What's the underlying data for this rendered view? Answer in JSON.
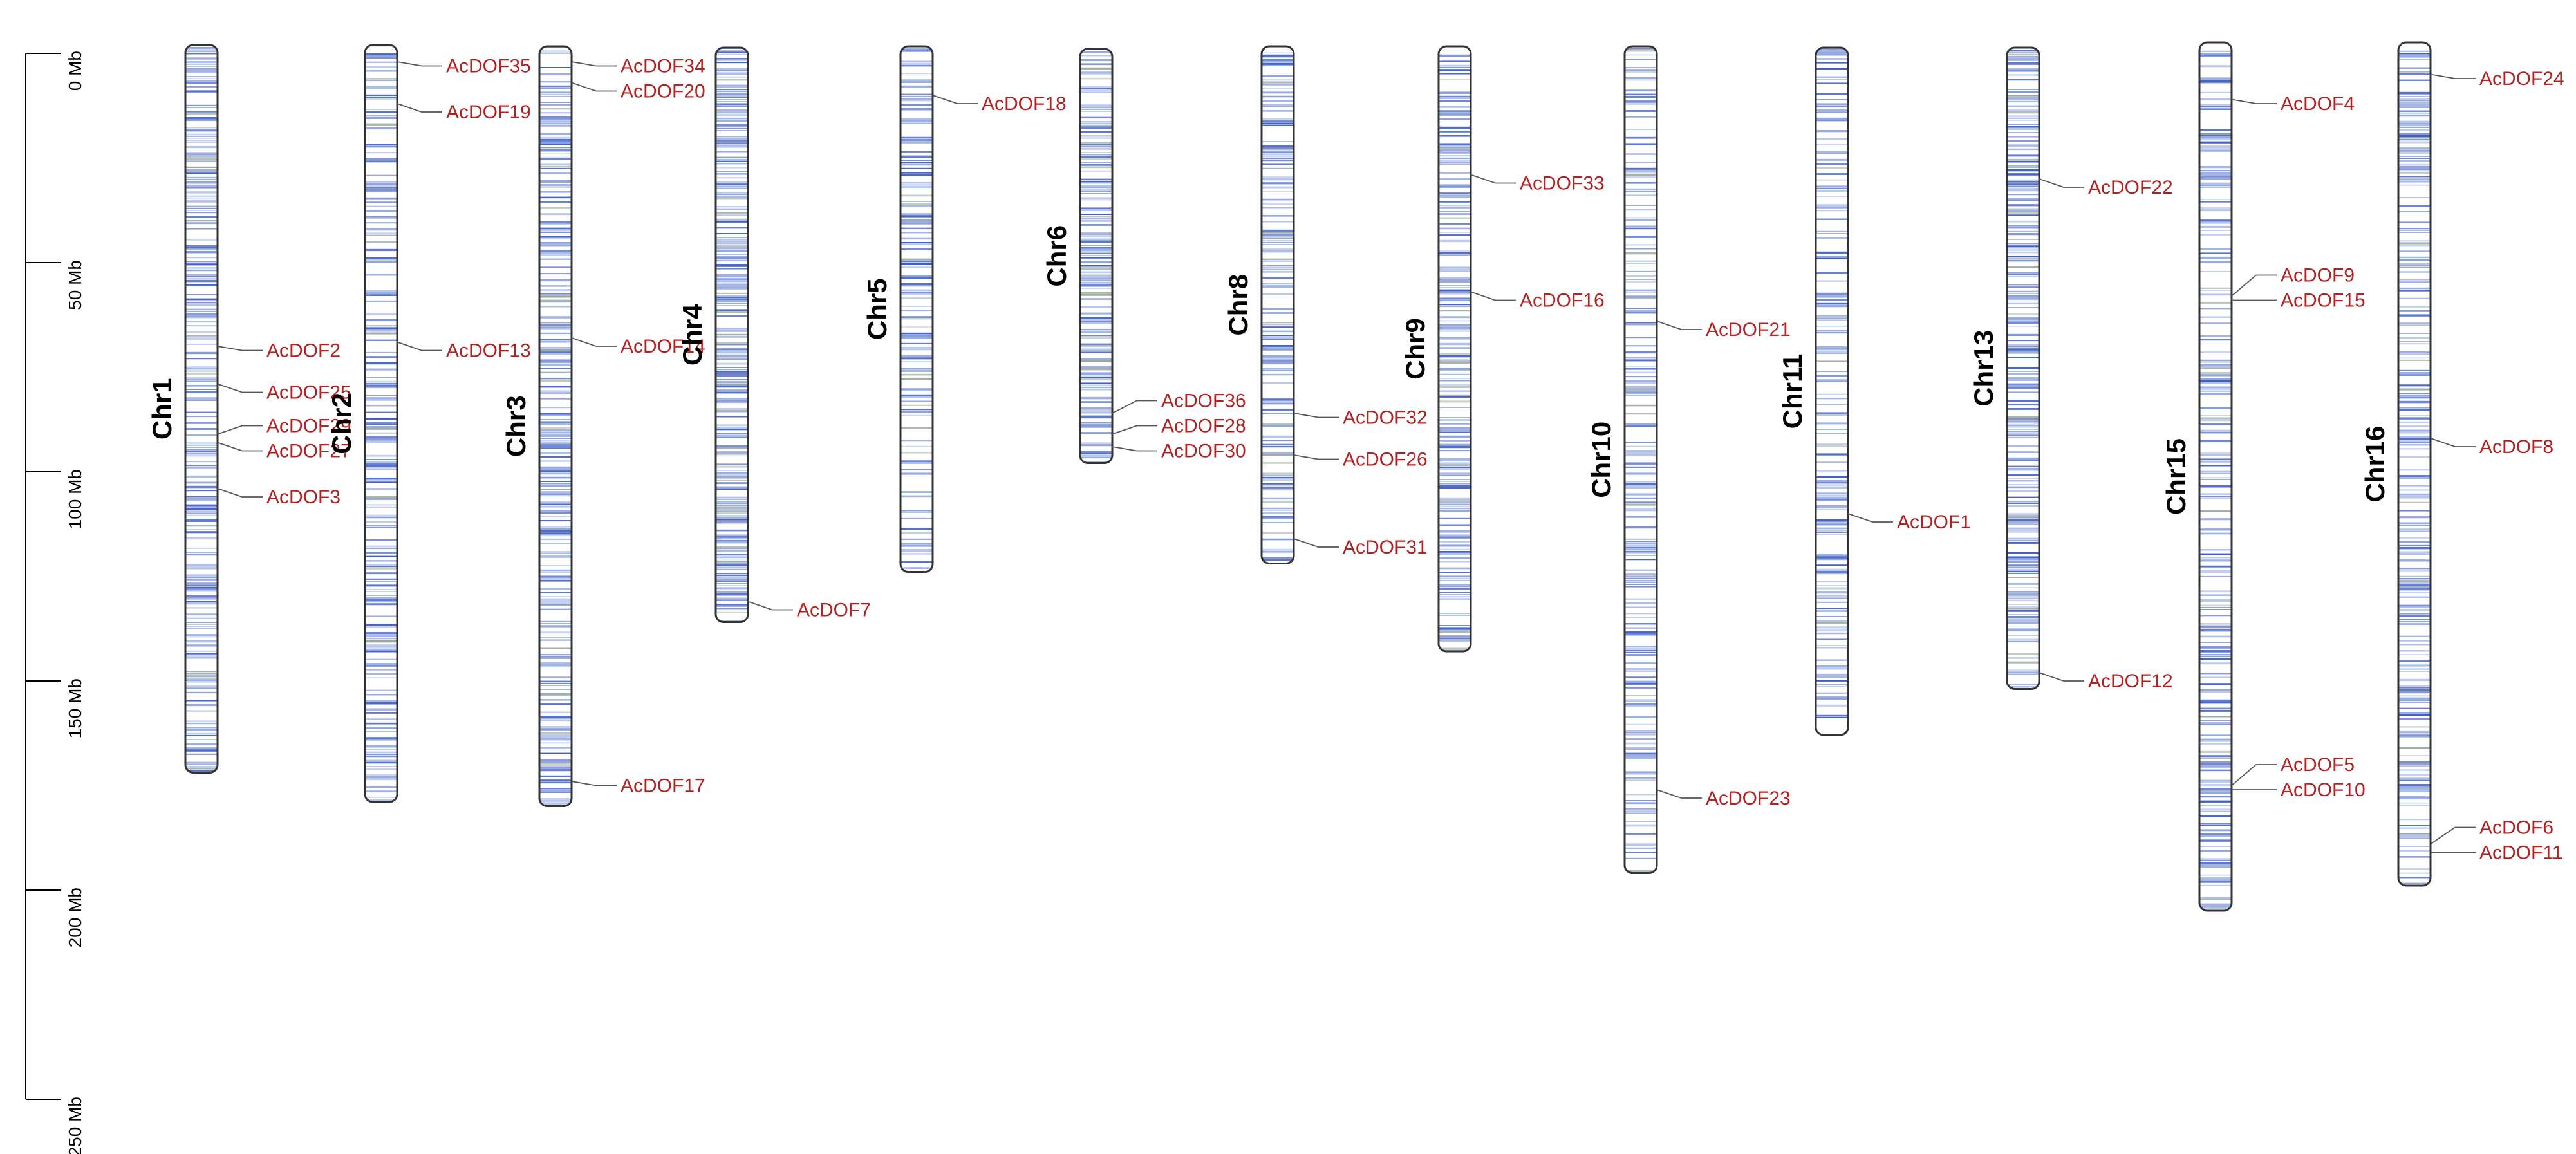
{
  "axis": {
    "max_mb": 250,
    "ticks": [
      {
        "value": 0,
        "label": "0 Mb"
      },
      {
        "value": 50,
        "label": "50 Mb"
      },
      {
        "value": 100,
        "label": "100 Mb"
      },
      {
        "value": 150,
        "label": "150 Mb"
      },
      {
        "value": 200,
        "label": "200 Mb"
      },
      {
        "value": 250,
        "label": "250 Mb"
      }
    ]
  },
  "colors": {
    "gene_label": "#b22222",
    "leader_line": "#555555",
    "chromosome_outline": "#333333",
    "density_high": "#3f5fc6",
    "density_mid": "#8fa6df",
    "density_gray": "#9aa89a",
    "chromosome_fill": "#ffffff"
  },
  "chromosomes": [
    {
      "name": "Chr1",
      "length_mb": 171,
      "density": 0.55,
      "genes": [
        {
          "name": "AcDOF2",
          "pos": 70,
          "label_pos": 71
        },
        {
          "name": "AcDOF25",
          "pos": 79,
          "label_pos": 81
        },
        {
          "name": "AcDOF29",
          "pos": 91,
          "label_pos": 89
        },
        {
          "name": "AcDOF27",
          "pos": 93,
          "label_pos": 95
        },
        {
          "name": "AcDOF3",
          "pos": 104,
          "label_pos": 106
        }
      ]
    },
    {
      "name": "Chr2",
      "length_mb": 178,
      "density": 0.5,
      "genes": [
        {
          "name": "AcDOF35",
          "pos": 2,
          "label_pos": 3
        },
        {
          "name": "AcDOF19",
          "pos": 12,
          "label_pos": 14
        },
        {
          "name": "AcDOF13",
          "pos": 69,
          "label_pos": 71
        }
      ]
    },
    {
      "name": "Chr3",
      "length_mb": 179,
      "density": 0.55,
      "genes": [
        {
          "name": "AcDOF34",
          "pos": 2,
          "label_pos": 3
        },
        {
          "name": "AcDOF20",
          "pos": 7,
          "label_pos": 9
        },
        {
          "name": "AcDOF14",
          "pos": 68,
          "label_pos": 70
        },
        {
          "name": "AcDOF17",
          "pos": 174,
          "label_pos": 175
        }
      ]
    },
    {
      "name": "Chr4",
      "length_mb": 135,
      "density": 0.7,
      "genes": [
        {
          "name": "AcDOF7",
          "pos": 131,
          "label_pos": 133
        }
      ]
    },
    {
      "name": "Chr5",
      "length_mb": 123,
      "density": 0.4,
      "genes": [
        {
          "name": "AcDOF18",
          "pos": 10,
          "label_pos": 12
        }
      ]
    },
    {
      "name": "Chr6",
      "length_mb": 97,
      "density": 0.6,
      "genes": [
        {
          "name": "AcDOF36",
          "pos": 86,
          "label_pos": 83
        },
        {
          "name": "AcDOF28",
          "pos": 91,
          "label_pos": 89
        },
        {
          "name": "AcDOF30",
          "pos": 94,
          "label_pos": 95
        }
      ]
    },
    {
      "name": "Chr8",
      "length_mb": 121,
      "density": 0.5,
      "genes": [
        {
          "name": "AcDOF32",
          "pos": 86,
          "label_pos": 87
        },
        {
          "name": "AcDOF26",
          "pos": 96,
          "label_pos": 97
        },
        {
          "name": "AcDOF31",
          "pos": 116,
          "label_pos": 118
        }
      ]
    },
    {
      "name": "Chr9",
      "length_mb": 142,
      "density": 0.6,
      "genes": [
        {
          "name": "AcDOF33",
          "pos": 29,
          "label_pos": 31
        },
        {
          "name": "AcDOF16",
          "pos": 57,
          "label_pos": 59
        }
      ]
    },
    {
      "name": "Chr10",
      "length_mb": 195,
      "density": 0.45,
      "genes": [
        {
          "name": "AcDOF21",
          "pos": 64,
          "label_pos": 66
        },
        {
          "name": "AcDOF23",
          "pos": 176,
          "label_pos": 178
        }
      ]
    },
    {
      "name": "Chr11",
      "length_mb": 162,
      "density": 0.4,
      "genes": [
        {
          "name": "AcDOF1",
          "pos": 110,
          "label_pos": 112
        }
      ]
    },
    {
      "name": "Chr13",
      "length_mb": 151,
      "density": 0.6,
      "genes": [
        {
          "name": "AcDOF22",
          "pos": 30,
          "label_pos": 32
        },
        {
          "name": "AcDOF12",
          "pos": 148,
          "label_pos": 150
        }
      ]
    },
    {
      "name": "Chr15",
      "length_mb": 204,
      "density": 0.45,
      "genes": [
        {
          "name": "AcDOF4",
          "pos": 11,
          "label_pos": 12
        },
        {
          "name": "AcDOF9",
          "pos": 58,
          "label_pos": 53
        },
        {
          "name": "AcDOF15",
          "pos": 59,
          "label_pos": 59
        },
        {
          "name": "AcDOF5",
          "pos": 175,
          "label_pos": 170
        },
        {
          "name": "AcDOF10",
          "pos": 176,
          "label_pos": 176
        }
      ]
    },
    {
      "name": "Chr16",
      "length_mb": 198,
      "density": 0.5,
      "genes": [
        {
          "name": "AcDOF24",
          "pos": 5,
          "label_pos": 6
        },
        {
          "name": "AcDOF8",
          "pos": 92,
          "label_pos": 94
        },
        {
          "name": "AcDOF6",
          "pos": 189,
          "label_pos": 185
        },
        {
          "name": "AcDOF11",
          "pos": 191,
          "label_pos": 191
        }
      ]
    }
  ]
}
